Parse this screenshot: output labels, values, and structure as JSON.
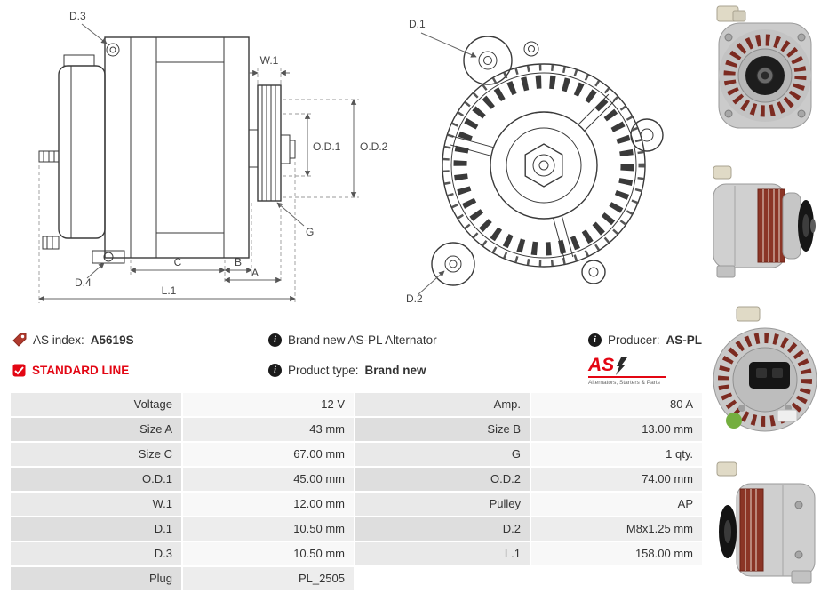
{
  "header": {
    "as_index_label": "AS index:",
    "as_index_value": "A5619S",
    "standard_line": "STANDARD LINE",
    "brand_new_text": "Brand new AS-PL Alternator",
    "product_type_label": "Product type:",
    "product_type_value": "Brand new",
    "producer_label": "Producer:",
    "producer_value": "AS-PL"
  },
  "logo": {
    "text": "AS",
    "tagline": "Alternators, Starters & Parts"
  },
  "diagram": {
    "side": {
      "d3": "D.3",
      "d4": "D.4",
      "w1": "W.1",
      "od1": "O.D.1",
      "od2": "O.D.2",
      "g": "G",
      "c": "C",
      "b": "B",
      "a": "A",
      "l1": "L.1"
    },
    "front": {
      "d1": "D.1",
      "d2": "D.2"
    }
  },
  "spec_table": {
    "rows": [
      {
        "l1": "Voltage",
        "v1": "12 V",
        "l2": "Amp.",
        "v2": "80 A"
      },
      {
        "l1": "Size A",
        "v1": "43 mm",
        "l2": "Size B",
        "v2": "13.00 mm"
      },
      {
        "l1": "Size C",
        "v1": "67.00 mm",
        "l2": "G",
        "v2": "1 qty."
      },
      {
        "l1": "O.D.1",
        "v1": "45.00 mm",
        "l2": "O.D.2",
        "v2": "74.00 mm"
      },
      {
        "l1": "W.1",
        "v1": "12.00 mm",
        "l2": "Pulley",
        "v2": "AP"
      },
      {
        "l1": "D.1",
        "v1": "10.50 mm",
        "l2": "D.2",
        "v2": "M8x1.25 mm"
      },
      {
        "l1": "D.3",
        "v1": "10.50 mm",
        "l2": "L.1",
        "v2": "158.00 mm"
      },
      {
        "l1": "Plug",
        "v1": "PL_2505",
        "l2": "",
        "v2": ""
      }
    ]
  },
  "colors": {
    "accent_red": "#e30613",
    "table_label_bg": "#e9e9e9",
    "table_value_bg": "#f8f8f8"
  }
}
